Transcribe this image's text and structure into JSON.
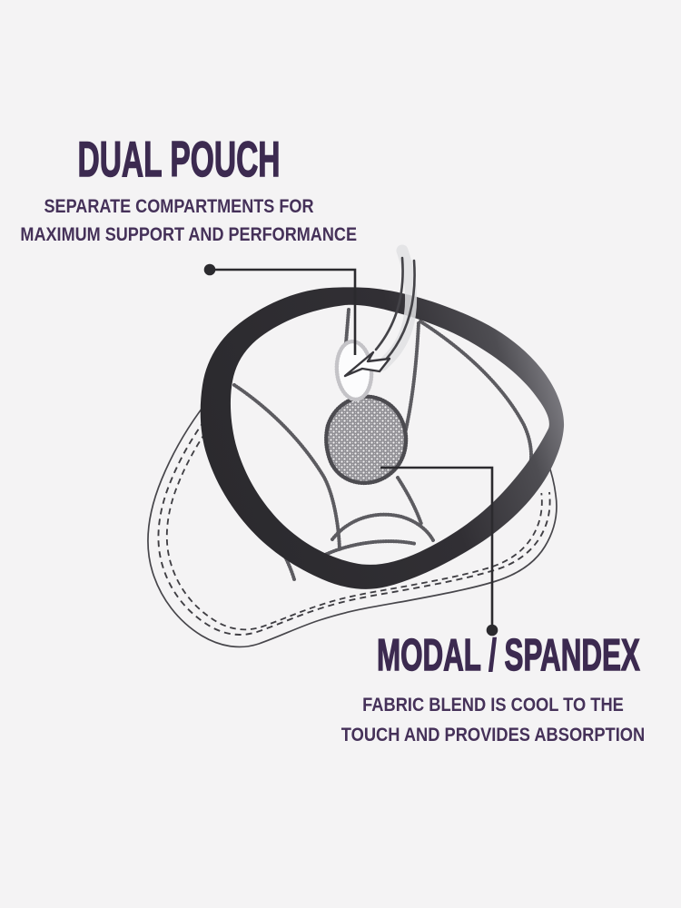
{
  "page": {
    "background_color": "#f4f3f4",
    "description": "Product infographic of dual-pouch underwear line drawing with two callout annotations"
  },
  "callouts": {
    "dual_pouch": {
      "title": "DUAL POUCH",
      "description_lines": [
        "SEPARATE COMPARTMENTS FOR",
        "MAXIMUM SUPPORT AND PERFORMANCE"
      ]
    },
    "modal_spandex": {
      "title": "MODAL / SPANDEX",
      "description_lines": [
        "FABRIC BLEND IS COOL TO THE",
        "TOUCH AND PROVIDES ABSORPTION"
      ]
    }
  },
  "illustration": {
    "subject": "underwear-line-drawing",
    "parts": [
      "waistband",
      "fabric-body-with-stitched-hem",
      "mesh-dual-pouch",
      "pouch-opening-oval",
      "insert-direction-arrow",
      "dual-pouch-callout-line",
      "modal-spandex-callout-line"
    ]
  },
  "colors": {
    "heading_text": "#3c2a50",
    "body_text": "#453159",
    "waistband_dark": "#2b2a2e",
    "waistband_light": "#85848a",
    "callout_line": "#2b2a2e",
    "seam_stitch": "#5c5b60",
    "mesh_fill": "#8e8d92",
    "background": "#f4f3f4"
  }
}
